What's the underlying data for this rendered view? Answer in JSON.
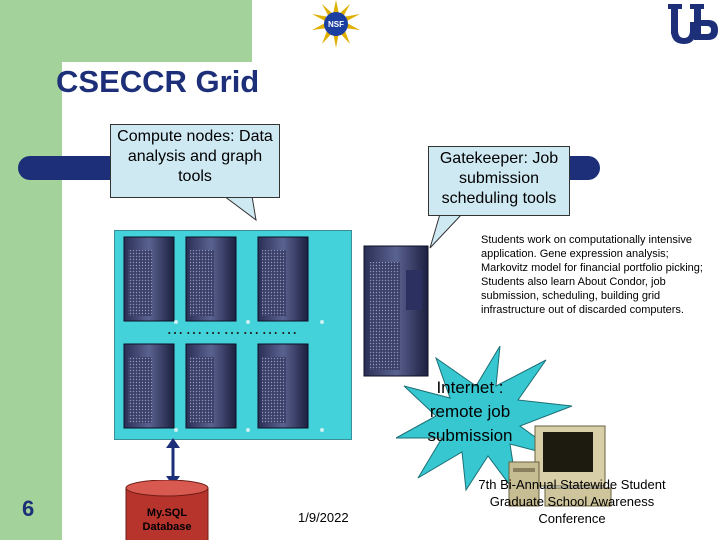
{
  "slide": {
    "title": "CSECCR Grid",
    "slide_number": "6",
    "date": "1/9/2022",
    "conference": "7th Bi-Annual Statewide Student Graduate School Awareness Conference"
  },
  "logos": {
    "nsf": "NSF",
    "ub": "UB"
  },
  "callouts": {
    "compute_nodes": "Compute nodes: Data analysis and graph tools",
    "gatekeeper": "Gatekeeper: Job submission scheduling tools"
  },
  "cluster": {
    "dots": "…………………"
  },
  "students_text": "Students work on computationally intensive application. Gene expression analysis; Markovitz model for financial portfolio picking; Students also learn About Condor, job submission, scheduling, building grid infrastructure out of discarded computers.",
  "internet": "Internet : remote job submission",
  "database": {
    "label": "My.SQL Database"
  },
  "colors": {
    "accent_green": "#a3d39a",
    "navy": "#1c2f78",
    "cluster_cyan": "#44d2da",
    "callout_fill": "#cfe9f3",
    "starburst": "#36c7d0",
    "database_red": "#b6342c"
  }
}
